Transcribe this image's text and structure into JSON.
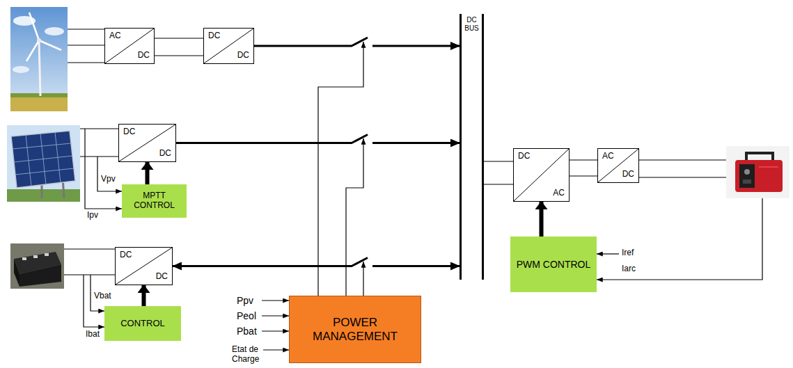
{
  "diagram": {
    "nodes": [
      {
        "text": [
          "AC",
          "DC"
        ]
      },
      {
        "text": [
          "DC",
          "DC"
        ]
      },
      {
        "text": [
          "DC",
          "DC"
        ]
      },
      {
        "text": [
          "MPTT CONTROL"
        ]
      },
      {
        "text": [
          "DC",
          "DC"
        ]
      },
      {
        "text": [
          "CONTROL"
        ]
      },
      {
        "text": [
          "POWER MANAGEMENT"
        ]
      },
      {
        "text": [
          "DC BUS"
        ]
      },
      {
        "text": [
          "DC",
          "AC"
        ]
      },
      {
        "text": [
          "AC",
          "DC"
        ]
      },
      {
        "text": [
          "PWM CONTROL"
        ]
      }
    ],
    "edges": [
      {
        "from": 0,
        "to": 1,
        "arrow": "none"
      },
      {
        "from": 1,
        "to": 7,
        "arrow": "to"
      },
      {
        "from": 2,
        "to": 7,
        "arrow": "to"
      },
      {
        "from": 4,
        "to": 7,
        "arrow": "both"
      },
      {
        "from": 3,
        "to": 2,
        "arrow": "to"
      },
      {
        "from": 5,
        "to": 4,
        "arrow": "to"
      },
      {
        "from": 7,
        "to": 8,
        "arrow": "none"
      },
      {
        "from": 8,
        "to": 9,
        "arrow": "none"
      },
      {
        "from": 10,
        "to": 8,
        "arrow": "to"
      }
    ],
    "labels": [
      "Vpv",
      "Ipv",
      "Vbat",
      "Ibat",
      "Ppv",
      "Peol",
      "Pbat",
      "Etat de Charge",
      "Iref",
      "Iarc"
    ]
  }
}
